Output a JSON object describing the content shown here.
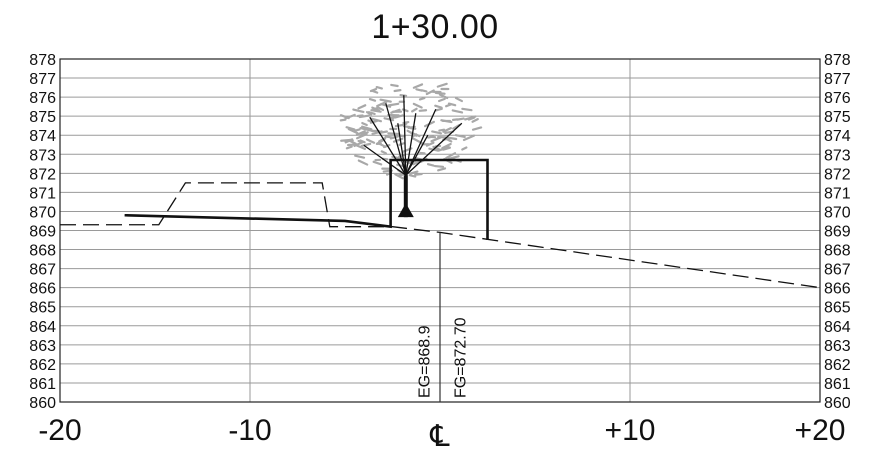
{
  "title": "1+30.00",
  "center_label": "℄",
  "annotations": {
    "eg": "EG=868.9",
    "fg": "FG=872.70"
  },
  "chart_data": {
    "type": "line",
    "title": "1+30.00",
    "x_ticks": [
      "-20",
      "-10",
      "+10",
      "+20"
    ],
    "x_tick_values": [
      -20,
      -10,
      10,
      20
    ],
    "xlim": [
      -20,
      20
    ],
    "ylim": [
      860,
      878
    ],
    "y_ticks": [
      878,
      877,
      876,
      875,
      874,
      873,
      872,
      871,
      870,
      869,
      868,
      867,
      866,
      865,
      864,
      863,
      862,
      861,
      860
    ],
    "grid": true,
    "series": [
      {
        "style": "dashed",
        "points": [
          [
            -20,
            869.3
          ],
          [
            -14.8,
            869.3
          ],
          [
            -13.4,
            871.5
          ],
          [
            -6.2,
            871.5
          ],
          [
            -5.8,
            869.2
          ],
          [
            -2.5,
            869.2
          ],
          [
            0,
            868.9
          ],
          [
            20,
            866.0
          ]
        ]
      },
      {
        "style": "solid",
        "points": [
          [
            -16.6,
            869.8
          ],
          [
            -5.0,
            869.5
          ],
          [
            -2.6,
            869.2
          ],
          [
            -2.6,
            872.7
          ],
          [
            2.5,
            872.7
          ],
          [
            2.5,
            868.5
          ]
        ]
      }
    ],
    "annotations": [
      {
        "x": -0.5,
        "text": "EG=868.9"
      },
      {
        "x": 0.5,
        "text": "FG=872.70"
      }
    ],
    "centerline_x": 0,
    "tree_symbol": {
      "x": -1.8,
      "base": 869.7,
      "top": 877.2
    }
  }
}
